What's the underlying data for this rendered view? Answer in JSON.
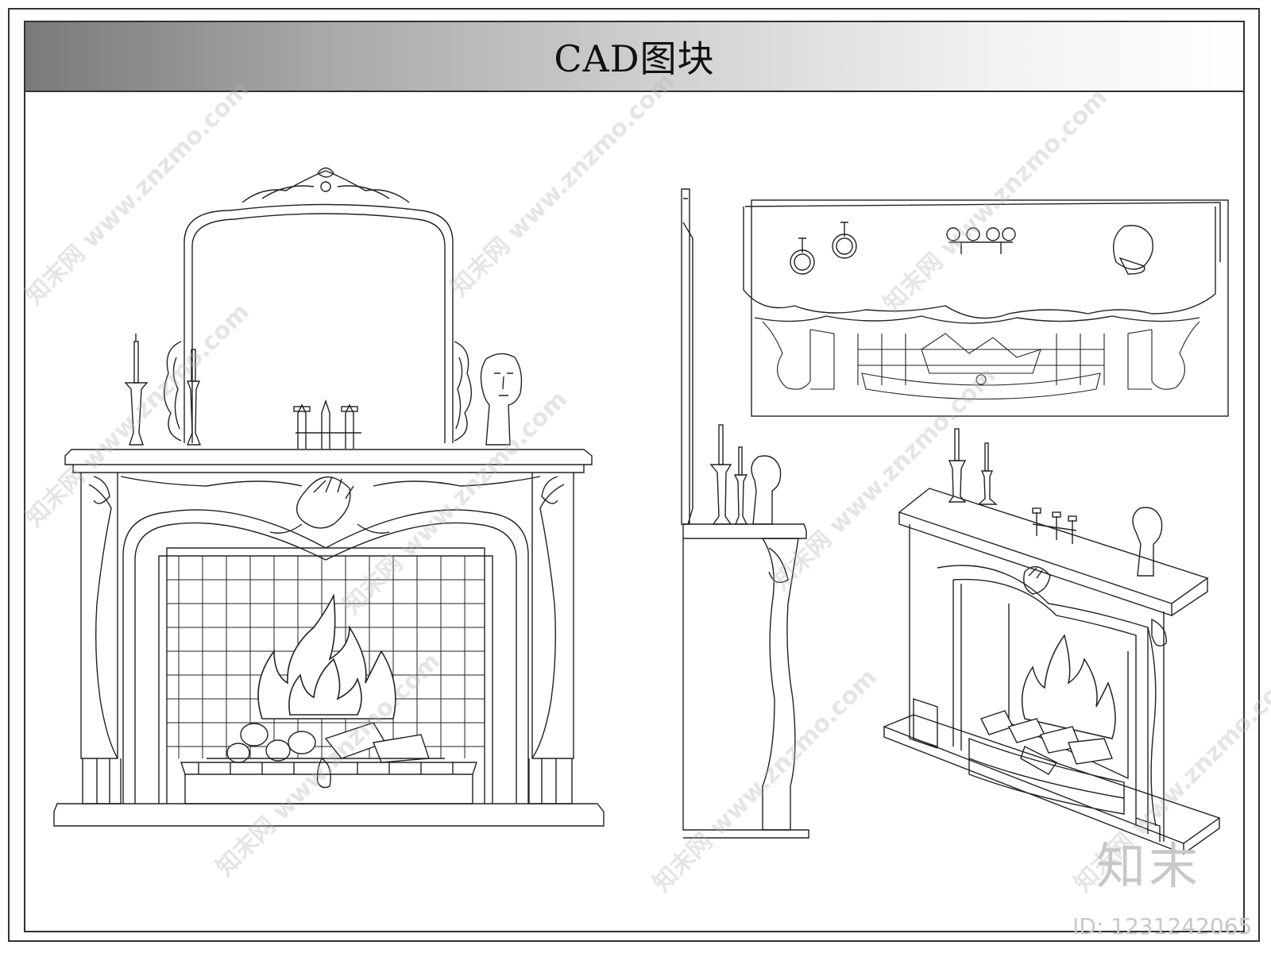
{
  "title": "CAD图块",
  "watermark_text": "知末网 www.znzmo.com",
  "logo_text": "知末",
  "id_label": "ID: 1231242065",
  "views": [
    {
      "name": "front-elevation"
    },
    {
      "name": "side-elevation"
    },
    {
      "name": "plan-view"
    },
    {
      "name": "perspective-view"
    }
  ],
  "colors": {
    "line": "#222222",
    "frame": "#333333",
    "watermark": "#b4b4b4"
  }
}
